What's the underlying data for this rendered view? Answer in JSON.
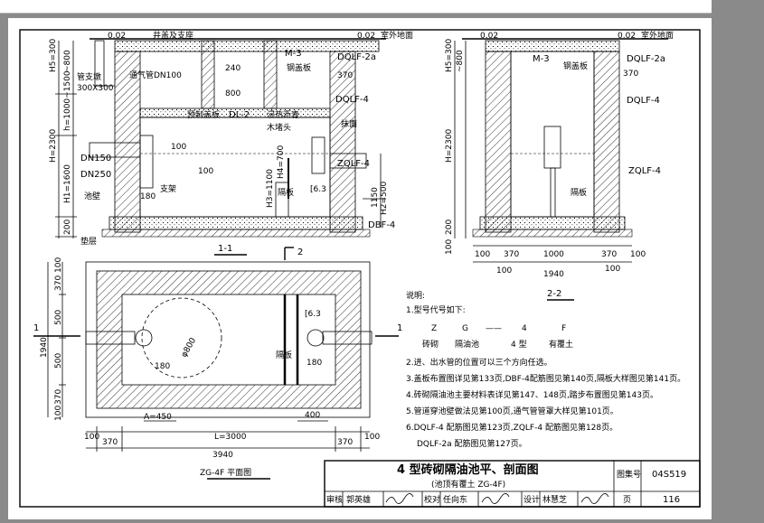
{
  "drawing": {
    "labels": {
      "backfill": "井盖及支座",
      "ground": "室外地面",
      "ground2": "室外地面",
      "m3": "M-3",
      "m3b": "M-3",
      "cover_plate": "钢盖板",
      "cover_plate2": "钢盖板",
      "dqlf2a": "DQLF-2a",
      "dqlf2a_b": "DQLF-2a",
      "dqlf4": "DQLF-4",
      "dqlf4_b": "DQLF-4",
      "zqlf4": "ZQLF-4",
      "zqlf4_b": "ZQLF-4",
      "dbf4": "DBF-4",
      "dl2": "DL-2",
      "precast_cover": "预制盖板",
      "asphalt": "浸热沥青",
      "plug": "木堵头",
      "plaster": "抹面",
      "vent": "通气管DN100",
      "pipe_support": "管支墩",
      "pipe_support_size": "300X300",
      "dn150": "DN150",
      "dn250": "DN250",
      "pool_wall": "池壁",
      "bracket": "支架",
      "partition": "隔板",
      "partition2": "隔板",
      "partition3": "隔板",
      "bedding": "垫层",
      "c63": "[6.3",
      "c63b": "[6.3",
      "phi800": "φ800",
      "h5": "H5=300",
      "h5b": "H5=300",
      "r800": "~800",
      "r800b": "~800",
      "h_var": "h=1000~1500",
      "H": "H=2300",
      "H_b": "H=2300",
      "h1": "H1=1600",
      "h4": "H4=700",
      "h3": "H3=1100",
      "h2": "H2=500",
      "d1150": "1150",
      "d200": "200",
      "d200b": "200",
      "d100": "100",
      "d100b": "100",
      "d100c": "100",
      "d800": "800",
      "d240": "240",
      "d370": "370",
      "d370b": "370",
      "d180": "180",
      "d180b": "180",
      "d180c": "180",
      "d002": "0.02",
      "d002b": "0.02",
      "d002c": "0.02",
      "d002d": "0.02",
      "sec11": "1-1",
      "sec22": "2-2",
      "cut1": "1",
      "cut1b": "1",
      "cut2": "2",
      "plan_title": "ZG-4F 平面图"
    },
    "plan_dims": {
      "bottom": [
        "100",
        "370",
        "L=3000",
        "370",
        "100"
      ],
      "total": "3940",
      "a450": "A=450",
      "d400": "400",
      "left": [
        "100",
        "370",
        "500",
        "500",
        "370",
        "100"
      ],
      "left_total": "1940"
    },
    "sec22_dims": {
      "bottom": [
        "100",
        "370",
        "1000",
        "370",
        "100"
      ],
      "sub": [
        "100",
        "100"
      ],
      "total": "1940"
    }
  },
  "notes": {
    "title": "说明:",
    "n1": "1.型号代号如下:",
    "code_z": "Z",
    "code_g": "G",
    "code_dash": "——",
    "code_4": "4",
    "code_f": "F",
    "code_z_desc": "砖砌",
    "code_g_desc": "隔油池",
    "code_4_desc": "4 型",
    "code_f_desc": "有覆土",
    "n2": "2.进、出水管的位置可以三个方向任选。",
    "n3": "3.盖板布置图详见第133页,DBF-4配筋图见第140页,隔板大样图见第141页。",
    "n4": "4.砖砌隔油池主要材料表详见第147、148页,踏步布置图见第143页。",
    "n5": "5.管道穿池壁做法见第100页,通气管管罩大样见第101页。",
    "n6": "6.DQLF-4 配筋图见第123页,ZQLF-4 配筋图见第128页。",
    "n6b": "DQLF-2a 配筋图见第127页。"
  },
  "title_block": {
    "title": "4 型砖砌隔油池平、剖面图",
    "subtitle": "(池顶有覆土 ZG-4F)",
    "atlas_label": "图集号",
    "atlas_no": "04S519",
    "review_label": "审核",
    "reviewer": "郭英雄",
    "check_label": "校对",
    "checker": "任向东",
    "design_label": "设计",
    "designer": "林慧芝",
    "page_label": "页",
    "page_no": "116"
  }
}
